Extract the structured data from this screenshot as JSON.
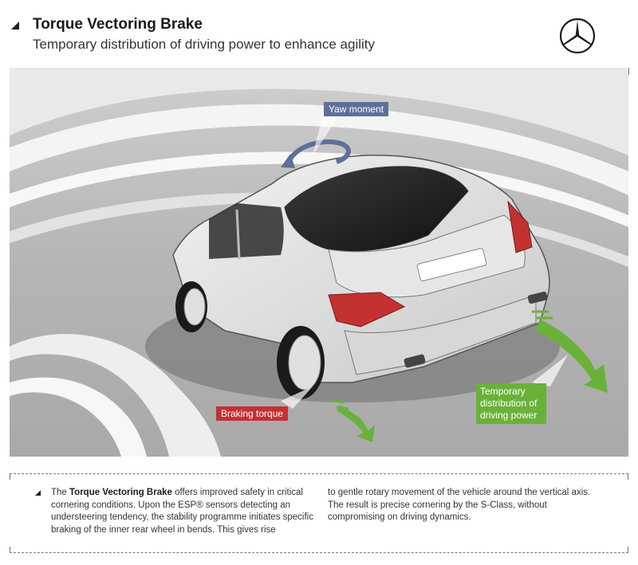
{
  "header": {
    "title": "Torque Vectoring Brake",
    "subtitle": "Temporary distribution of driving power to enhance agility"
  },
  "labels": {
    "yaw": "Yaw moment",
    "braking": "Braking torque",
    "distribution": "Temporary distribution of driving power"
  },
  "caption": {
    "col1_pre": "The ",
    "col1_bold": "Torque Vectoring Brake",
    "col1_post": " offers improved safety in critical cornering conditions. Upon the ESP® sensors detecting an understeering tendency, the stability programme initiates specific braking of the inner rear wheel in bends. This gives rise",
    "col2": "to gentle rotary movement of the vehicle around the vertical axis. The result is precise cornering by the S-Class, without compromising on driving dynamics."
  },
  "colors": {
    "yaw_label": "#5e6f9a",
    "braking_label": "#c43131",
    "distribution_label": "#6ab13a",
    "arrow_green": "#6ab13a"
  }
}
